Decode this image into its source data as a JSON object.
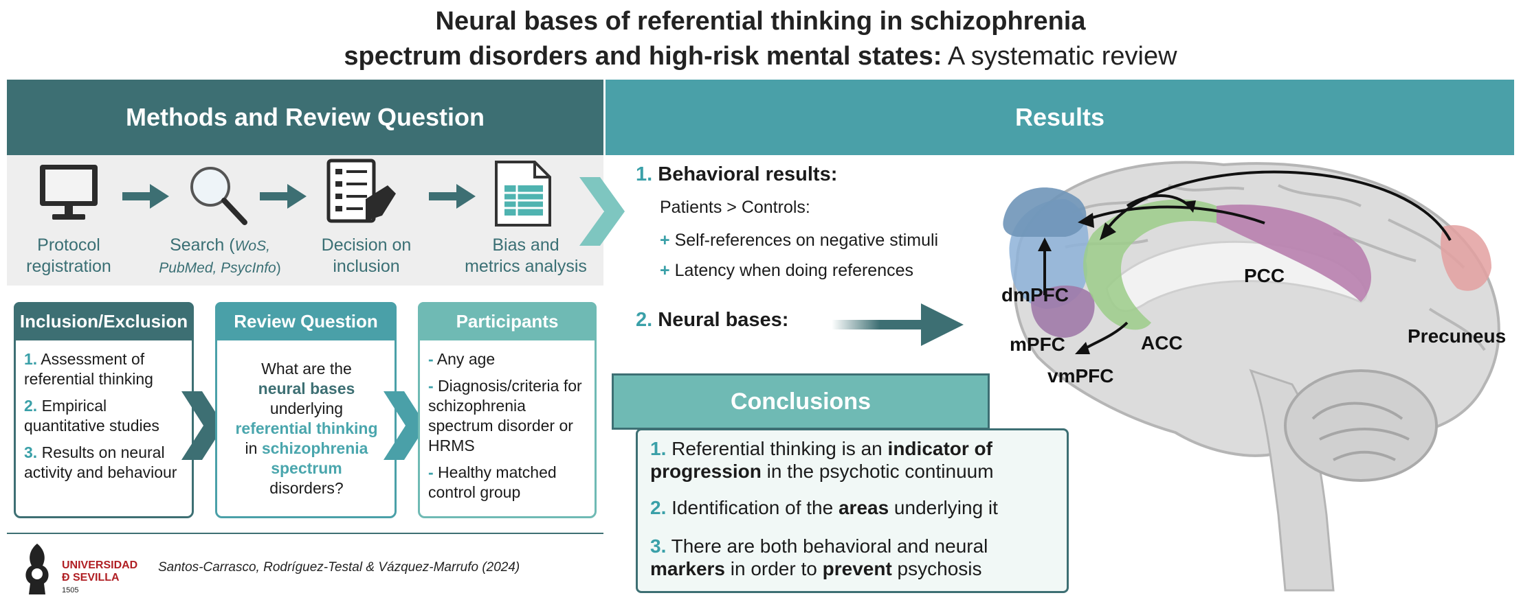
{
  "title": {
    "line1": "Neural bases of referential thinking in schizophrenia",
    "line2_bold": "spectrum disorders and high-risk mental states:",
    "line2_rest": " A systematic review"
  },
  "methods": {
    "header": "Methods and Review Question",
    "steps": [
      {
        "label1": "Protocol",
        "label2": "registration",
        "icon": "computer-monitor-icon"
      },
      {
        "label1": "Search (",
        "label1_italic": "WoS,",
        "label2_italic": "PubMed, PsycInfo",
        "label2_end": ")",
        "icon": "magnifier-icon"
      },
      {
        "label1": "Decision on",
        "label2": "inclusion",
        "icon": "checklist-icon"
      },
      {
        "label1": "Bias and",
        "label2": "metrics analysis",
        "icon": "spreadsheet-icon"
      }
    ]
  },
  "inclusion": {
    "header": "Inclusion/Exclusion",
    "items": [
      {
        "num": "1.",
        "text": " Assessment of referential thinking"
      },
      {
        "num": "2.",
        "text": " Empirical quantitative studies"
      },
      {
        "num": "3.",
        "text": " Results on neural activity and behaviour"
      }
    ]
  },
  "review": {
    "header": "Review Question",
    "q1": "What are the",
    "q2": "neural bases",
    "q3": "underlying",
    "q4": "referential thinking",
    "q5": "in",
    "q6": "schizophrenia spectrum",
    "q7": "disorders?"
  },
  "participants": {
    "header": "Participants",
    "items": [
      {
        "dash": "-",
        "text": " Any age"
      },
      {
        "dash": "-",
        "text": " Diagnosis/criteria for schizophrenia spectrum disorder or HRMS"
      },
      {
        "dash": "-",
        "text": " Healthy matched control group"
      }
    ]
  },
  "results": {
    "header": "Results",
    "behavioral": {
      "num": "1.",
      "title": "Behavioral results:",
      "sub": "Patients > Controls:"
    },
    "bullets": [
      {
        "plus": "+",
        "text": "Self-references on negative stimuli"
      },
      {
        "plus": "+",
        "text": "Latency when doing references"
      }
    ],
    "neural": {
      "num": "2.",
      "title": "Neural bases:"
    }
  },
  "conclusions": {
    "header": "Conclusions",
    "items": [
      {
        "num": "1.",
        "pre": " Referential thinking is an ",
        "bold1": "indicator of",
        "bold2": "progression",
        "post": " in the psychotic continuum"
      },
      {
        "num": "2.",
        "pre": " Identification of the ",
        "bold1": "areas",
        "post": " underlying it"
      },
      {
        "num": "3.",
        "pre": " There are both behavioral and neural ",
        "bold1": "markers",
        "mid": " in order to ",
        "bold2": "prevent",
        "post": " psychosis"
      }
    ]
  },
  "brain": {
    "labels": [
      "dmPFC",
      "mPFC",
      "vmPFC",
      "ACC",
      "PCC",
      "Precuneus"
    ]
  },
  "footer": {
    "university_line1": "UNIVERSIDAD",
    "university_line2": "Ð SEVILLA",
    "year": "1505",
    "citation": "Santos-Carrasco, Rodríguez-Testal & Vázquez-Marrufo (2024)"
  },
  "colors": {
    "dark_teal": "#3d6f73",
    "teal": "#4aa0a8",
    "light_teal": "#6fbab4",
    "brand_red": "#b01e23"
  }
}
